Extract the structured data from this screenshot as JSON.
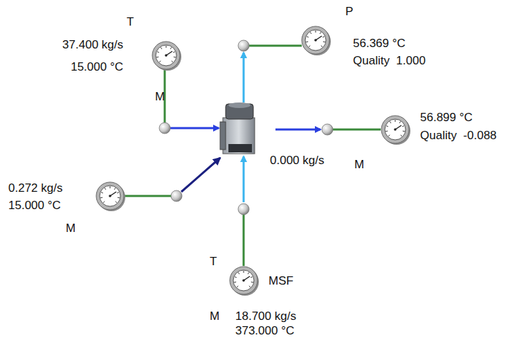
{
  "diagram": {
    "labels": [
      "T",
      "37.400 kg/s",
      "15.000 °C",
      "M",
      "P",
      "56.369 °C",
      "Quality  1.000",
      "56.899 °C",
      "Quality  -0.088",
      "0.000 kg/s",
      "M",
      "0.272 kg/s",
      "15.000 °C",
      "M",
      "T",
      "MSF",
      "M",
      "18.700 kg/s",
      "373.000 °C"
    ]
  }
}
